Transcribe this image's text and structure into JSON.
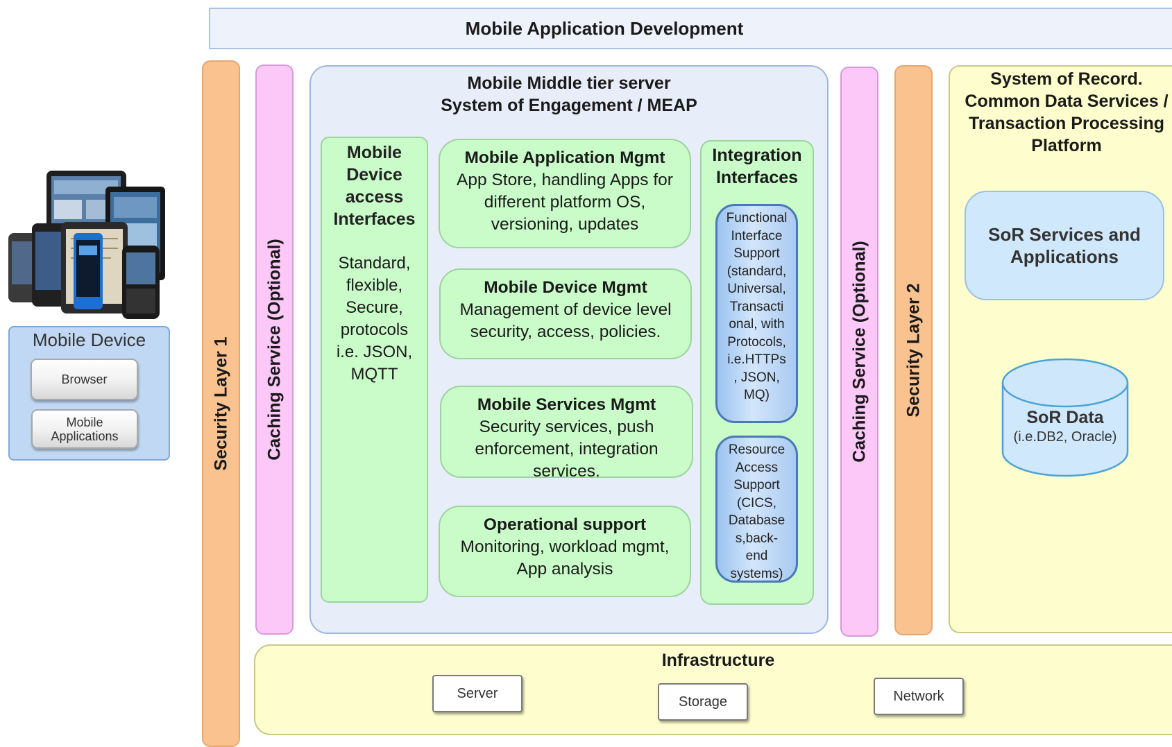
{
  "banner": {
    "title": "Mobile Application Development"
  },
  "security_layer_1": {
    "label": "Security Layer 1"
  },
  "security_layer_2": {
    "label": "Security Layer 2"
  },
  "caching_left": {
    "label": "Caching Service (Optional)"
  },
  "caching_right": {
    "label": "Caching Service (Optional)"
  },
  "middle_tier": {
    "title_line1": "Mobile Middle tier server",
    "title_line2": "System of Engagement / MEAP",
    "access": {
      "title_lines": [
        "Mobile",
        "Device",
        "access",
        "Interfaces"
      ],
      "body_lines": [
        "Standard,",
        "flexible,",
        "Secure,",
        "protocols",
        "i.e. JSON,",
        "MQTT"
      ]
    },
    "mgmt": [
      {
        "title": "Mobile Application Mgmt",
        "lines": [
          "App Store, handling Apps for",
          "different platform OS,",
          "versioning, updates"
        ]
      },
      {
        "title": "Mobile Device Mgmt",
        "lines": [
          "Management of device level",
          "security, access, policies."
        ]
      },
      {
        "title": "Mobile Services Mgmt",
        "lines": [
          "Security services, push",
          "enforcement, integration",
          "services."
        ]
      },
      {
        "title": "Operational support",
        "lines": [
          "Monitoring, workload mgmt,",
          "App analysis"
        ]
      }
    ],
    "integration": {
      "title_lines": [
        "Integration",
        "Interfaces"
      ],
      "functional_lines": [
        "Functional",
        "Interface",
        "Support",
        "(standard,",
        "Universal,",
        "Transacti",
        "onal, with",
        "Protocols,",
        "i.e.HTTPs",
        ", JSON,",
        "MQ)"
      ],
      "resource_lines": [
        "Resource",
        "Access",
        "Support",
        "(CICS,",
        "Database",
        "s,back-",
        "end",
        "systems)"
      ]
    }
  },
  "system_of_record": {
    "title_lines": [
      "System of Record.",
      "Common Data Services /",
      "Transaction Processing",
      "Platform"
    ],
    "services_lines": [
      "SoR Services and",
      "Applications"
    ],
    "data_label": "SoR Data",
    "data_sub": "(i.e.DB2, Oracle)"
  },
  "infrastructure": {
    "title": "Infrastructure",
    "server": "Server",
    "storage": "Storage",
    "network": "Network"
  },
  "mobile_device": {
    "title": "Mobile Device",
    "browser": "Browser",
    "apps_lines": [
      "Mobile",
      "Applications"
    ]
  },
  "colors": {
    "security": "#fac28f",
    "caching": "#fcc8f8",
    "middle_tier": "#e8eef9",
    "green_box": "#c9fcc9",
    "integration_pill": "#9cc3ef",
    "system_of_record": "#fdfdcd",
    "sor_services": "#d0e8fb",
    "device_panel": "#c0d8f3"
  }
}
